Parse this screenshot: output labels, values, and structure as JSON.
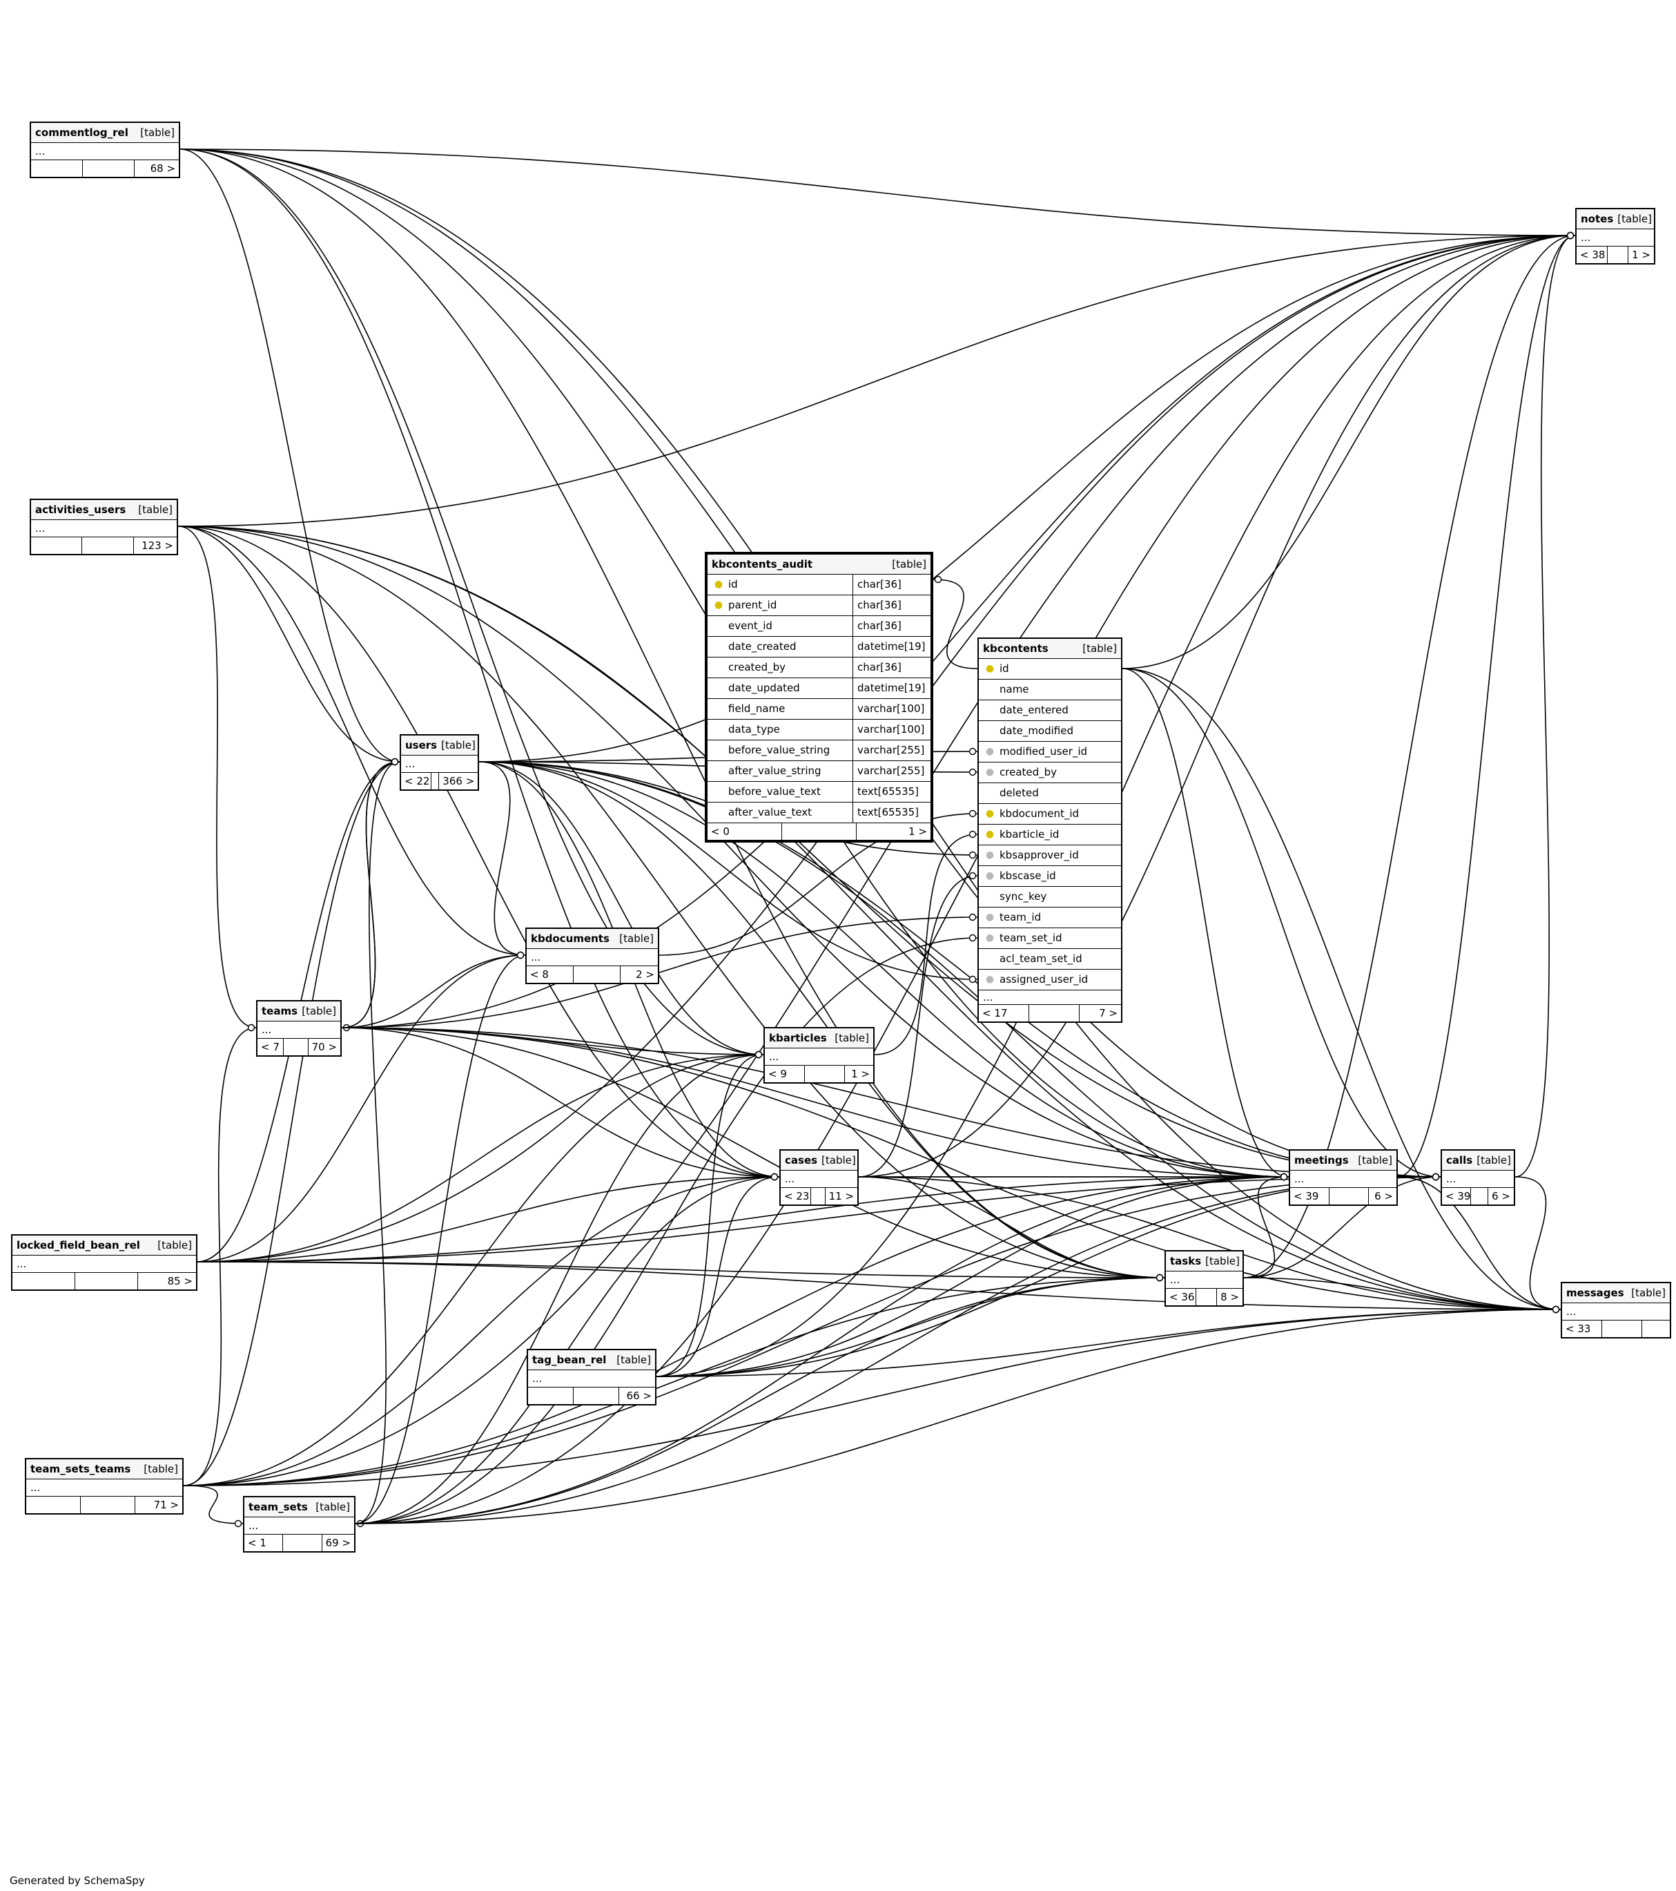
{
  "footer": "Generated by SchemaSpy",
  "tables": [
    {
      "name": "commentlog_rel",
      "type": "[table]",
      "ellipsis": "...",
      "footer": [
        "",
        "",
        "68 >"
      ]
    },
    {
      "name": "activities_users",
      "type": "[table]",
      "ellipsis": "...",
      "footer": [
        "",
        "",
        "123 >"
      ]
    },
    {
      "name": "users",
      "type": "[table]",
      "ellipsis": "...",
      "footer": [
        "< 22",
        "",
        "366 >"
      ]
    },
    {
      "name": "kbdocuments",
      "type": "[table]",
      "ellipsis": "...",
      "footer": [
        "< 8",
        "",
        "2 >"
      ]
    },
    {
      "name": "teams",
      "type": "[table]",
      "ellipsis": "...",
      "footer": [
        "< 7",
        "",
        "70 >"
      ]
    },
    {
      "name": "kbarticles",
      "type": "[table]",
      "ellipsis": "...",
      "footer": [
        "< 9",
        "",
        "1 >"
      ]
    },
    {
      "name": "cases",
      "type": "[table]",
      "ellipsis": "...",
      "footer": [
        "< 23",
        "",
        "11 >"
      ]
    },
    {
      "name": "locked_field_bean_rel",
      "type": "[table]",
      "ellipsis": "...",
      "footer": [
        "",
        "",
        "85 >"
      ]
    },
    {
      "name": "tag_bean_rel",
      "type": "[table]",
      "ellipsis": "...",
      "footer": [
        "",
        "",
        "66 >"
      ]
    },
    {
      "name": "team_sets_teams",
      "type": "[table]",
      "ellipsis": "...",
      "footer": [
        "",
        "",
        "71 >"
      ]
    },
    {
      "name": "team_sets",
      "type": "[table]",
      "ellipsis": "...",
      "footer": [
        "< 1",
        "",
        "69 >"
      ]
    },
    {
      "name": "meetings",
      "type": "[table]",
      "ellipsis": "...",
      "footer": [
        "< 39",
        "",
        "6 >"
      ]
    },
    {
      "name": "calls",
      "type": "[table]",
      "ellipsis": "...",
      "footer": [
        "< 39",
        "",
        "6 >"
      ]
    },
    {
      "name": "tasks",
      "type": "[table]",
      "ellipsis": "...",
      "footer": [
        "< 36",
        "",
        "8 >"
      ]
    },
    {
      "name": "notes",
      "type": "[table]",
      "ellipsis": "...",
      "footer": [
        "< 38",
        "",
        "1 >"
      ]
    },
    {
      "name": "messages",
      "type": "[table]",
      "ellipsis": "...",
      "footer": [
        "< 33",
        "",
        ""
      ]
    }
  ],
  "kbcontents_audit": {
    "name": "kbcontents_audit",
    "type": "[table]",
    "columns": [
      {
        "name": "id",
        "type": "char[36]",
        "key": "pk"
      },
      {
        "name": "parent_id",
        "type": "char[36]",
        "key": "pk"
      },
      {
        "name": "event_id",
        "type": "char[36]",
        "key": "none"
      },
      {
        "name": "date_created",
        "type": "datetime[19]",
        "key": "none"
      },
      {
        "name": "created_by",
        "type": "char[36]",
        "key": "none"
      },
      {
        "name": "date_updated",
        "type": "datetime[19]",
        "key": "none"
      },
      {
        "name": "field_name",
        "type": "varchar[100]",
        "key": "none"
      },
      {
        "name": "data_type",
        "type": "varchar[100]",
        "key": "none"
      },
      {
        "name": "before_value_string",
        "type": "varchar[255]",
        "key": "none"
      },
      {
        "name": "after_value_string",
        "type": "varchar[255]",
        "key": "none"
      },
      {
        "name": "before_value_text",
        "type": "text[65535]",
        "key": "none"
      },
      {
        "name": "after_value_text",
        "type": "text[65535]",
        "key": "none"
      }
    ],
    "footer": [
      "< 0",
      "",
      "1 >"
    ]
  },
  "kbcontents": {
    "name": "kbcontents",
    "type": "[table]",
    "columns": [
      {
        "name": "id",
        "key": "pk"
      },
      {
        "name": "name",
        "key": "none"
      },
      {
        "name": "date_entered",
        "key": "none"
      },
      {
        "name": "date_modified",
        "key": "none"
      },
      {
        "name": "modified_user_id",
        "key": "fk"
      },
      {
        "name": "created_by",
        "key": "fk"
      },
      {
        "name": "deleted",
        "key": "none"
      },
      {
        "name": "kbdocument_id",
        "key": "pk"
      },
      {
        "name": "kbarticle_id",
        "key": "pk"
      },
      {
        "name": "kbsapprover_id",
        "key": "fk"
      },
      {
        "name": "kbscase_id",
        "key": "fk"
      },
      {
        "name": "sync_key",
        "key": "none"
      },
      {
        "name": "team_id",
        "key": "fk"
      },
      {
        "name": "team_set_id",
        "key": "fk"
      },
      {
        "name": "acl_team_set_id",
        "key": "none"
      },
      {
        "name": "assigned_user_id",
        "key": "fk"
      }
    ],
    "ellipsis": "...",
    "footer": [
      "< 17",
      "",
      "7 >"
    ]
  },
  "relationships": [
    [
      "commentlog_rel",
      "users"
    ],
    [
      "commentlog_rel",
      "notes"
    ],
    [
      "commentlog_rel",
      "messages"
    ],
    [
      "commentlog_rel",
      "calls"
    ],
    [
      "commentlog_rel",
      "meetings"
    ],
    [
      "commentlog_rel",
      "tasks"
    ],
    [
      "commentlog_rel",
      "kbarticles"
    ],
    [
      "commentlog_rel",
      "cases"
    ],
    [
      "activities_users",
      "users"
    ],
    [
      "activities_users",
      "notes"
    ],
    [
      "activities_users",
      "messages"
    ],
    [
      "activities_users",
      "calls"
    ],
    [
      "activities_users",
      "meetings"
    ],
    [
      "activities_users",
      "tasks"
    ],
    [
      "activities_users",
      "teams"
    ],
    [
      "activities_users",
      "kbdocuments"
    ],
    [
      "activities_users",
      "cases"
    ],
    [
      "users",
      "notes"
    ],
    [
      "users",
      "messages"
    ],
    [
      "users",
      "calls"
    ],
    [
      "users",
      "meetings"
    ],
    [
      "users",
      "tasks"
    ],
    [
      "users",
      "kbdocuments"
    ],
    [
      "users",
      "kbarticles"
    ],
    [
      "users",
      "cases"
    ],
    [
      "users",
      "teams"
    ],
    [
      "users",
      "team_sets"
    ],
    [
      "users",
      "kbcontents:modified_user_id"
    ],
    [
      "users",
      "kbcontents:created_by"
    ],
    [
      "users",
      "kbcontents:kbsapprover_id"
    ],
    [
      "users",
      "kbcontents:assigned_user_id"
    ],
    [
      "teams",
      "users"
    ],
    [
      "teams",
      "kbdocuments"
    ],
    [
      "teams",
      "kbarticles"
    ],
    [
      "teams",
      "cases"
    ],
    [
      "teams",
      "calls"
    ],
    [
      "teams",
      "meetings"
    ],
    [
      "teams",
      "tasks"
    ],
    [
      "teams",
      "notes"
    ],
    [
      "teams",
      "messages"
    ],
    [
      "teams",
      "kbcontents:team_id"
    ],
    [
      "kbdocuments",
      "kbcontents:kbdocument_id"
    ],
    [
      "kbarticles",
      "kbcontents:kbarticle_id"
    ],
    [
      "cases",
      "kbcontents:kbscase_id"
    ],
    [
      "kbcontents:id",
      "kbcontents_audit"
    ],
    [
      "cases",
      "meetings"
    ],
    [
      "cases",
      "calls"
    ],
    [
      "cases",
      "tasks"
    ],
    [
      "cases",
      "notes"
    ],
    [
      "cases",
      "messages"
    ],
    [
      "locked_field_bean_rel",
      "users"
    ],
    [
      "locked_field_bean_rel",
      "kbdocuments"
    ],
    [
      "locked_field_bean_rel",
      "cases"
    ],
    [
      "locked_field_bean_rel",
      "messages"
    ],
    [
      "locked_field_bean_rel",
      "calls"
    ],
    [
      "locked_field_bean_rel",
      "meetings"
    ],
    [
      "locked_field_bean_rel",
      "tasks"
    ],
    [
      "locked_field_bean_rel",
      "notes"
    ],
    [
      "locked_field_bean_rel",
      "kbarticles"
    ],
    [
      "tag_bean_rel",
      "cases"
    ],
    [
      "tag_bean_rel",
      "meetings"
    ],
    [
      "tag_bean_rel",
      "calls"
    ],
    [
      "tag_bean_rel",
      "tasks"
    ],
    [
      "tag_bean_rel",
      "messages"
    ],
    [
      "tag_bean_rel",
      "notes"
    ],
    [
      "tag_bean_rel",
      "kbarticles"
    ],
    [
      "team_sets_teams",
      "teams"
    ],
    [
      "team_sets_teams",
      "team_sets"
    ],
    [
      "team_sets_teams",
      "users"
    ],
    [
      "team_sets_teams",
      "kbarticles"
    ],
    [
      "team_sets_teams",
      "cases"
    ],
    [
      "team_sets_teams",
      "messages"
    ],
    [
      "team_sets_teams",
      "meetings"
    ],
    [
      "team_sets_teams",
      "notes"
    ],
    [
      "team_sets_teams",
      "calls"
    ],
    [
      "team_sets_teams",
      "tasks"
    ],
    [
      "team_sets",
      "cases"
    ],
    [
      "team_sets",
      "kbarticles"
    ],
    [
      "team_sets",
      "kbdocuments"
    ],
    [
      "team_sets",
      "tasks"
    ],
    [
      "team_sets",
      "calls"
    ],
    [
      "team_sets",
      "meetings"
    ],
    [
      "team_sets",
      "messages"
    ],
    [
      "team_sets",
      "notes"
    ],
    [
      "team_sets",
      "kbcontents:team_set_id"
    ],
    [
      "meetings",
      "calls"
    ],
    [
      "meetings",
      "notes"
    ],
    [
      "meetings",
      "messages"
    ],
    [
      "calls",
      "notes"
    ],
    [
      "calls",
      "messages"
    ],
    [
      "tasks",
      "calls"
    ],
    [
      "tasks",
      "meetings"
    ],
    [
      "tasks",
      "notes"
    ],
    [
      "tasks",
      "messages"
    ],
    [
      "kbcontents:id",
      "notes"
    ],
    [
      "kbcontents:id",
      "messages"
    ],
    [
      "kbcontents:id",
      "calls"
    ],
    [
      "kbcontents:id",
      "meetings"
    ]
  ]
}
